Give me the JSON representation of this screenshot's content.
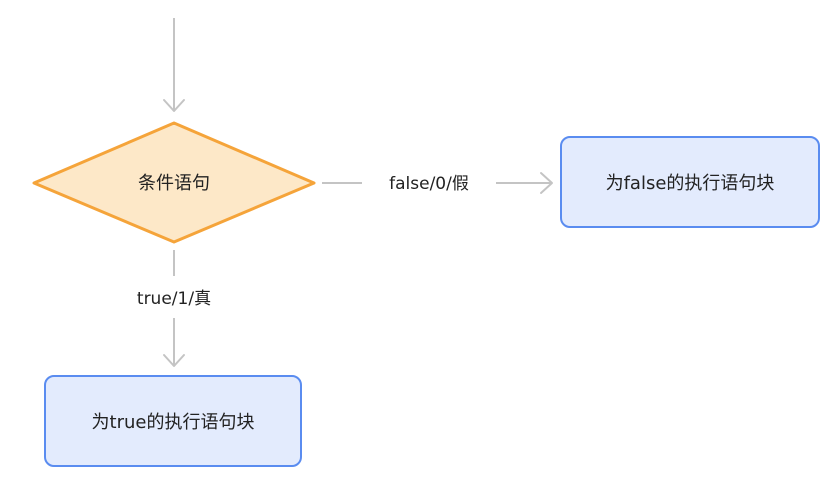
{
  "nodes": {
    "condition": {
      "label": "条件语句"
    },
    "false_block": {
      "label": "为false的执行语句块"
    },
    "true_block": {
      "label": "为true的执行语句块"
    }
  },
  "edges": {
    "false_edge": {
      "label": "false/0/假"
    },
    "true_edge": {
      "label": "true/1/真"
    }
  },
  "colors": {
    "decision_fill": "#fde8c8",
    "decision_stroke": "#f5a43a",
    "process_fill": "#e3ebfd",
    "process_stroke": "#5a8cf0",
    "connector": "#c4c4c4"
  }
}
